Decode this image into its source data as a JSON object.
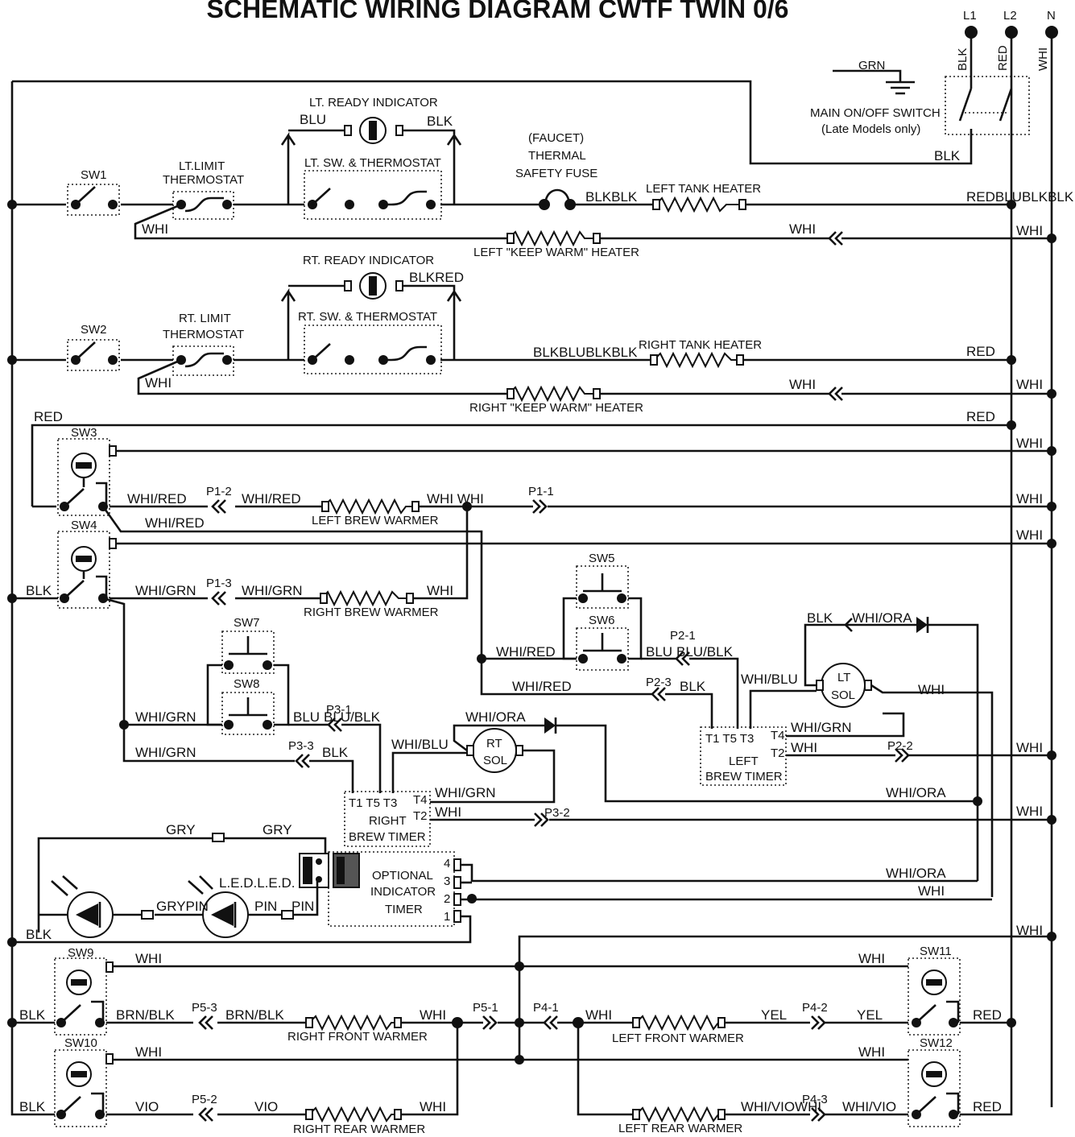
{
  "title": "SCHEMATIC WIRING DIAGRAM CWTF TWIN 0/6",
  "supply": {
    "l1": "L1",
    "l2": "L2",
    "n": "N",
    "blk": "BLK",
    "red": "RED",
    "whi": "WHI",
    "grn": "GRN"
  },
  "main_switch": {
    "line1": "MAIN ON/OFF SWITCH",
    "line2": "(Late Models only)",
    "blk": "BLK"
  },
  "left_tank": {
    "ready_indicator": "LT. READY INDICATOR",
    "blu": "BLU",
    "blk": "BLK",
    "sw1": "SW1",
    "limit1": "LT.LIMIT",
    "limit2": "THERMOSTAT",
    "thermostat": "LT. SW. & THERMOSTAT",
    "fuse1": "(FAUCET)",
    "fuse2": "THERMAL",
    "fuse3": "SAFETY FUSE",
    "blkblk": "BLKBLK",
    "heater": "LEFT TANK HEATER",
    "redblublkblk": "REDBLUBLKBLK",
    "whi_a": "WHI",
    "whi_b": "WHI",
    "whi_c": "WHI",
    "keep_warm": "LEFT \"KEEP WARM\" HEATER"
  },
  "right_tank": {
    "ready_indicator": "RT. READY INDICATOR",
    "blkred": "BLKRED",
    "sw2": "SW2",
    "limit1": "RT. LIMIT",
    "limit2": "THERMOSTAT",
    "thermostat": "RT. SW. & THERMOSTAT",
    "blkblublkblk": "BLKBLUBLKBLK",
    "heater": "RIGHT TANK HEATER",
    "red": "RED",
    "whi_a": "WHI",
    "whi_b": "WHI",
    "whi_c": "WHI",
    "keep_warm": "RIGHT \"KEEP WARM\" HEATER"
  },
  "brew": {
    "red_a": "RED",
    "red_b": "RED",
    "sw3": "SW3",
    "sw4": "SW4",
    "whi_1": "WHI",
    "whi_2": "WHI",
    "whi_3": "WHI",
    "whired_1": "WHI/RED",
    "p12": "P1-2",
    "whired_2": "WHI/RED",
    "whiwhi": "WHI WHI",
    "p11": "P1-1",
    "whired_3": "WHI/RED",
    "left_warmer": "LEFT BREW WARMER",
    "blk": "BLK",
    "whigrn_1": "WHI/GRN",
    "p13": "P1-3",
    "whigrn_2": "WHI/GRN",
    "whi_4": "WHI",
    "right_warmer": "RIGHT BREW  WARMER"
  },
  "left_timer": {
    "sw5": "SW5",
    "sw6": "SW6",
    "whired_a": "WHI/RED",
    "p21": "P2-1",
    "blu": "BLU",
    "blublk": "BLU/BLK",
    "whired_b": "WHI/RED",
    "p23": "P2-3",
    "blk": "BLK",
    "blk2": "BLK",
    "whiora": "WHI/ORA",
    "whiblu": "WHI/BLU",
    "sol1": "LT",
    "sol2": "SOL",
    "whi": "WHI",
    "t1t5t3": "T1  T5 T3",
    "t4": "T4",
    "t2": "T2",
    "whigrn": "WHI/GRN",
    "whi2": "WHI",
    "p22": "P2-2",
    "whi3": "WHI",
    "name1": "LEFT",
    "name2": "BREW TIMER"
  },
  "right_timer": {
    "sw7": "SW7",
    "sw8": "SW8",
    "whigrn_a": "WHI/GRN",
    "blu": "BLU",
    "blublk": "BLU/BLK",
    "p31": "P3-1",
    "whigrn_b": "WHI/GRN",
    "p33": "P3-3",
    "blk": "BLK",
    "whiora": "WHI/ORA",
    "whiblu": "WHI/BLU",
    "sol1": "RT",
    "sol2": "SOL",
    "t1t5t3": "T1  T5 T3",
    "t4": "T4",
    "t2": "T2",
    "whigrn": "WHI/GRN",
    "whi": "WHI",
    "p32": "P3-2",
    "whi2": "WHI",
    "whiora2": "WHI/ORA",
    "name1": "RIGHT",
    "name2": "BREW TIMER"
  },
  "indicator": {
    "gry_a": "GRY",
    "gry_b": "GRY",
    "led": "L.E.D.L.E.D.",
    "grypin": "GRYPIN",
    "pin_a": "PIN",
    "pin_b": "PIN",
    "blk": "BLK",
    "name1": "OPTIONAL",
    "name2": "INDICATOR",
    "name3": "TIMER",
    "p4": "4",
    "p3": "3",
    "p2": "2",
    "p1": "1",
    "whiora": "WHI/ORA",
    "whi": "WHI",
    "whi2": "WHI"
  },
  "warmers": {
    "sw9": "SW9",
    "sw10": "SW10",
    "sw11": "SW11",
    "sw12": "SW12",
    "whi_a": "WHI",
    "whi_b": "WHI",
    "whi_c": "WHI",
    "whi_d": "WHI",
    "blk_a": "BLK",
    "brnblk_a": "BRN/BLK",
    "p53": "P5-3",
    "brnblk_b": "BRN/BLK",
    "whi_e": "WHI",
    "p51": "P5-1",
    "p41": "P4-1",
    "whi_f": "WHI",
    "yel_a": "YEL",
    "p42": "P4-2",
    "yel_b": "YEL",
    "red_a": "RED",
    "right_front": "RIGHT FRONT  WARMER",
    "left_front": "LEFT FRONT  WARMER",
    "blk_b": "BLK",
    "vio_a": "VIO",
    "p52": "P5-2",
    "vio_b": "VIO",
    "whi_g": "WHI",
    "whivio_a": "WHI/VIOWHI",
    "p43": "P4-3",
    "whivio_b": "WHI/VIO",
    "red_b": "RED",
    "right_rear": "RIGHT REAR  WARMER",
    "left_rear": "LEFT REAR  WARMER"
  }
}
